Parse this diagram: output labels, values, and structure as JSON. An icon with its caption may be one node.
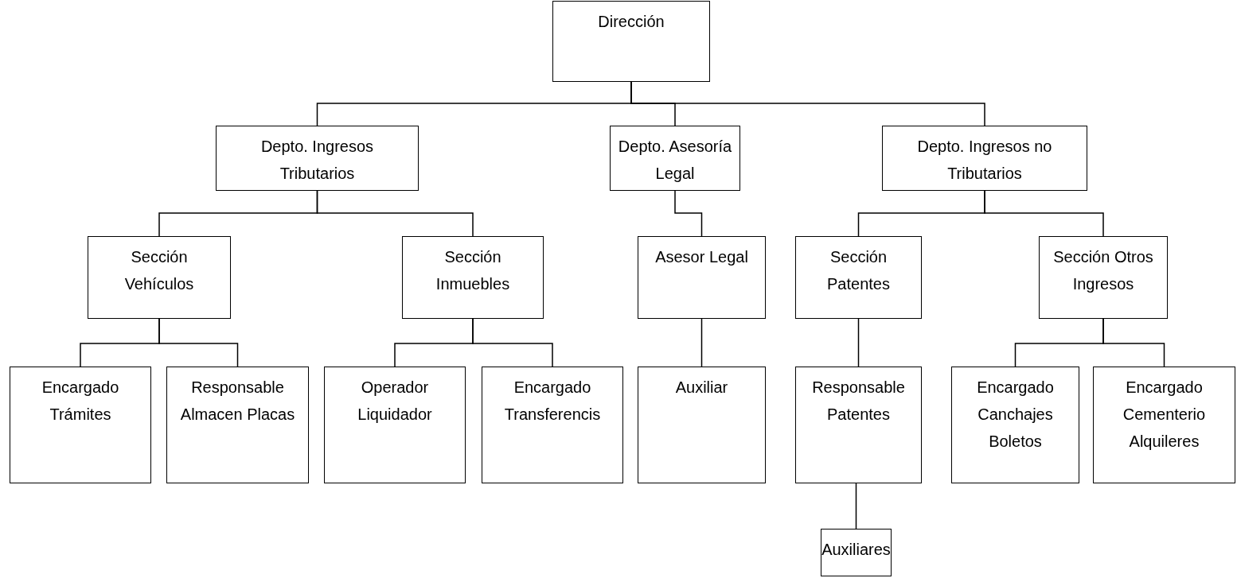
{
  "diagram": {
    "nodes": [
      {
        "text": [
          "Dirección"
        ]
      },
      {
        "text": [
          "Depto. Ingresos Tributarios"
        ]
      },
      {
        "text": [
          "Depto. Asesoría Legal"
        ]
      },
      {
        "text": [
          "Depto. Ingresos no Tributarios"
        ]
      },
      {
        "text": [
          "Sección Vehículos"
        ]
      },
      {
        "text": [
          "Sección Inmuebles"
        ]
      },
      {
        "text": [
          "Asesor Legal"
        ]
      },
      {
        "text": [
          "Sección Patentes"
        ]
      },
      {
        "text": [
          "Sección Otros Ingresos"
        ]
      },
      {
        "text": [
          "Encargado Trámites"
        ]
      },
      {
        "text": [
          "Responsable Almacen Placas"
        ]
      },
      {
        "text": [
          "Operador Liquidador"
        ]
      },
      {
        "text": [
          "Encargado Transferencis"
        ]
      },
      {
        "text": [
          "Auxiliar"
        ]
      },
      {
        "text": [
          "Responsable Patentes"
        ]
      },
      {
        "text": [
          "Encargado Canchajes Boletos"
        ]
      },
      {
        "text": [
          "Encargado Cementerio Alquileres"
        ]
      },
      {
        "text": [
          "Auxiliares"
        ]
      }
    ],
    "edges": [
      {
        "from": 0,
        "to": 1,
        "arrow": "none"
      },
      {
        "from": 0,
        "to": 2,
        "arrow": "none"
      },
      {
        "from": 0,
        "to": 3,
        "arrow": "none"
      },
      {
        "from": 1,
        "to": 4,
        "arrow": "none"
      },
      {
        "from": 1,
        "to": 5,
        "arrow": "none"
      },
      {
        "from": 2,
        "to": 6,
        "arrow": "none"
      },
      {
        "from": 3,
        "to": 7,
        "arrow": "none"
      },
      {
        "from": 3,
        "to": 8,
        "arrow": "none"
      },
      {
        "from": 4,
        "to": 9,
        "arrow": "none"
      },
      {
        "from": 4,
        "to": 10,
        "arrow": "none"
      },
      {
        "from": 5,
        "to": 11,
        "arrow": "none"
      },
      {
        "from": 5,
        "to": 12,
        "arrow": "none"
      },
      {
        "from": 6,
        "to": 13,
        "arrow": "none"
      },
      {
        "from": 7,
        "to": 14,
        "arrow": "none"
      },
      {
        "from": 8,
        "to": 15,
        "arrow": "none"
      },
      {
        "from": 8,
        "to": 16,
        "arrow": "none"
      },
      {
        "from": 14,
        "to": 17,
        "arrow": "none"
      }
    ]
  }
}
